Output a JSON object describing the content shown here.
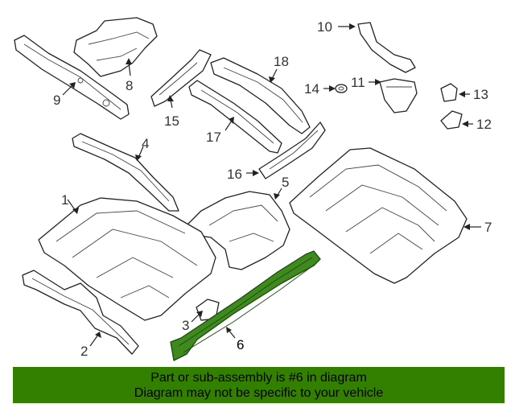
{
  "callouts": [
    "1",
    "2",
    "3",
    "4",
    "5",
    "6",
    "7",
    "8",
    "9",
    "10",
    "11",
    "12",
    "13",
    "14",
    "15",
    "16",
    "17",
    "18"
  ],
  "highlighted_part": "6",
  "banner": {
    "line1": "Part or sub-assembly is #6 in diagram",
    "line2": "Diagram may not be specific to your vehicle"
  },
  "colors": {
    "highlight": "#3f8a1f",
    "banner": "#338000"
  }
}
